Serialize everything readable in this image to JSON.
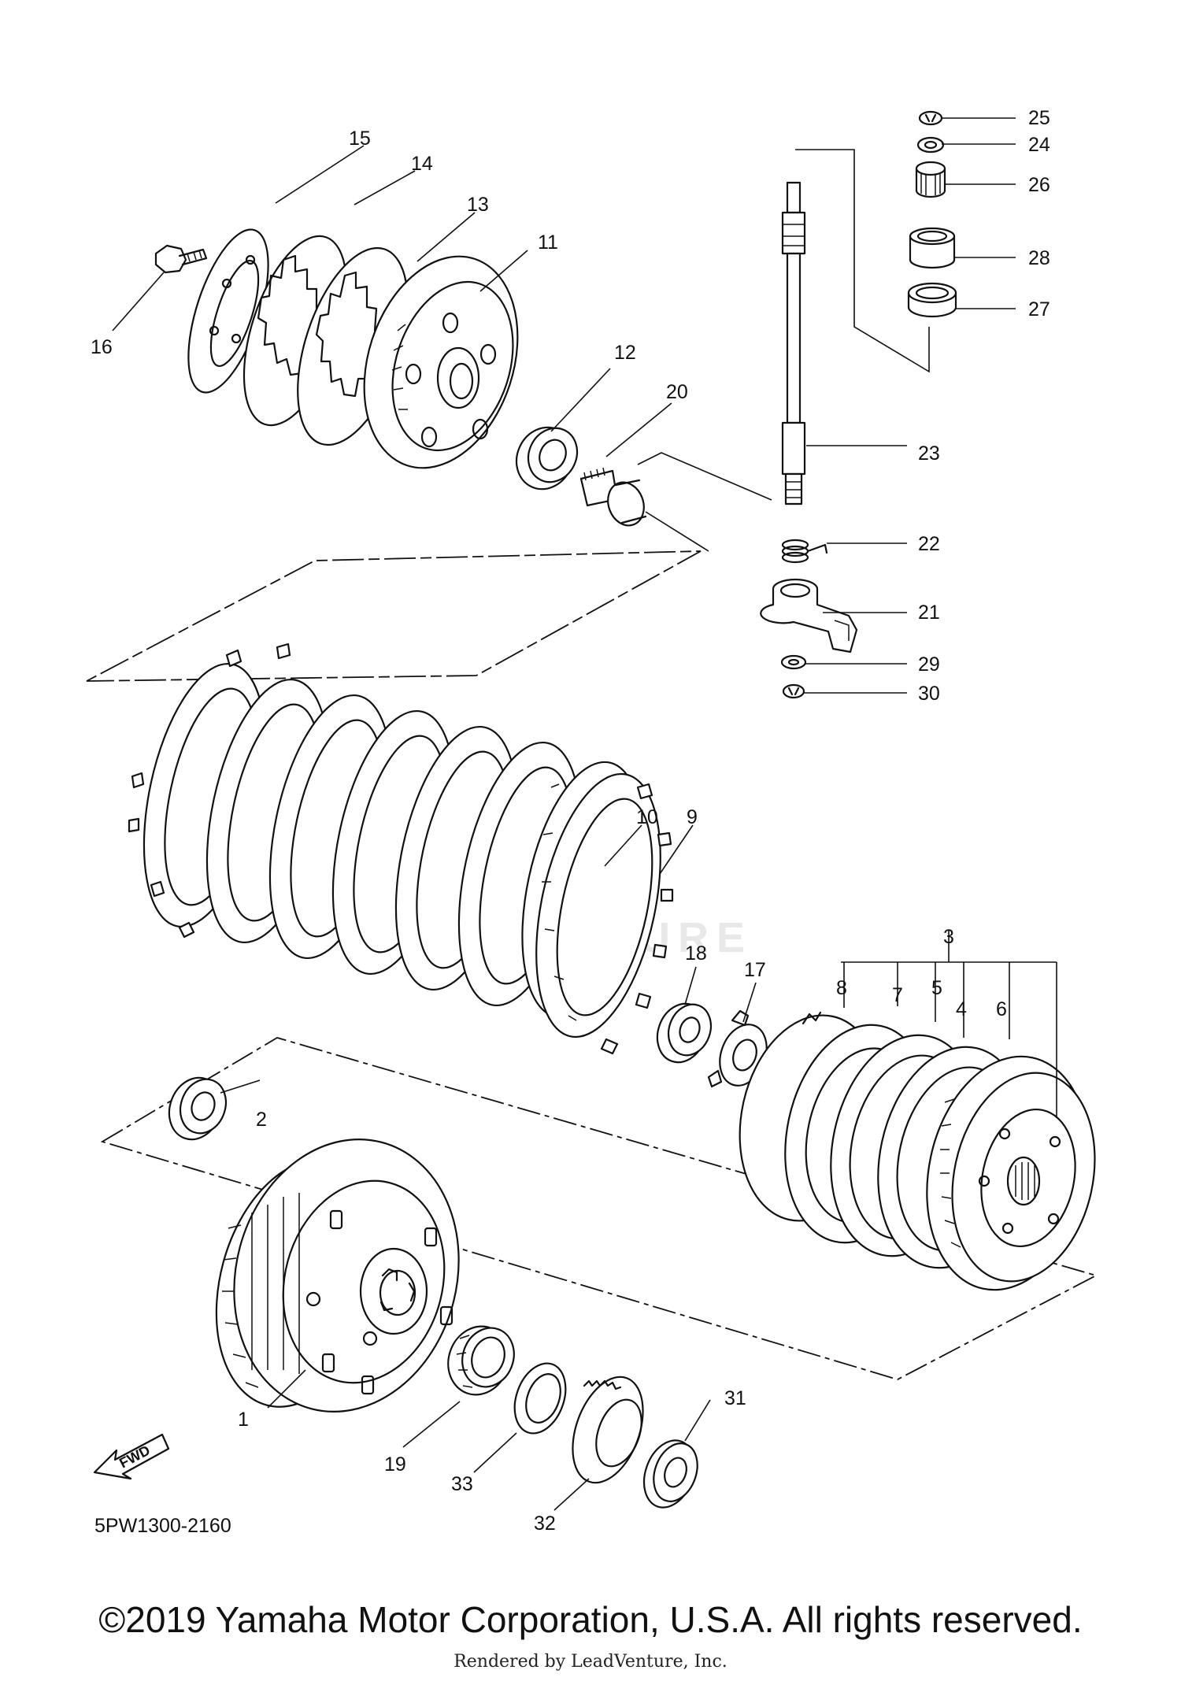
{
  "diagram_code": "5PW1300-2160",
  "copyright": "©2019 Yamaha Motor Corporation, U.S.A. All rights reserved.",
  "rendered_by": "Rendered by LeadVenture, Inc.",
  "watermark": "ADVENTURE",
  "fwd_label": "FWD",
  "callouts": [
    {
      "id": "1",
      "label": "1"
    },
    {
      "id": "2",
      "label": "2"
    },
    {
      "id": "3",
      "label": "3"
    },
    {
      "id": "4",
      "label": "4"
    },
    {
      "id": "5",
      "label": "5"
    },
    {
      "id": "6",
      "label": "6"
    },
    {
      "id": "7",
      "label": "7"
    },
    {
      "id": "8",
      "label": "8"
    },
    {
      "id": "9",
      "label": "9"
    },
    {
      "id": "10",
      "label": "10"
    },
    {
      "id": "11",
      "label": "11"
    },
    {
      "id": "12",
      "label": "12"
    },
    {
      "id": "13",
      "label": "13"
    },
    {
      "id": "14",
      "label": "14"
    },
    {
      "id": "15",
      "label": "15"
    },
    {
      "id": "16",
      "label": "16"
    },
    {
      "id": "17",
      "label": "17"
    },
    {
      "id": "18",
      "label": "18"
    },
    {
      "id": "19",
      "label": "19"
    },
    {
      "id": "20",
      "label": "20"
    },
    {
      "id": "21",
      "label": "21"
    },
    {
      "id": "22",
      "label": "22"
    },
    {
      "id": "23",
      "label": "23"
    },
    {
      "id": "24",
      "label": "24"
    },
    {
      "id": "25",
      "label": "25"
    },
    {
      "id": "26",
      "label": "26"
    },
    {
      "id": "27",
      "label": "27"
    },
    {
      "id": "28",
      "label": "28"
    },
    {
      "id": "29",
      "label": "29"
    },
    {
      "id": "30",
      "label": "30"
    },
    {
      "id": "31",
      "label": "31"
    },
    {
      "id": "32",
      "label": "32"
    },
    {
      "id": "33",
      "label": "33"
    }
  ]
}
